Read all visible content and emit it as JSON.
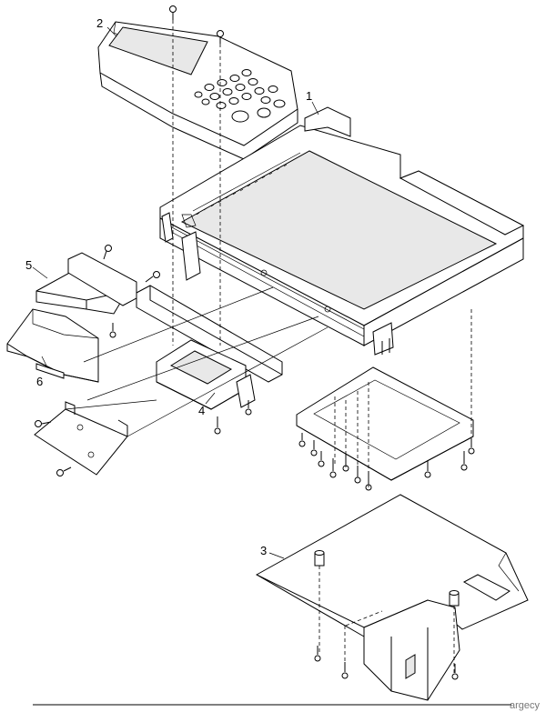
{
  "labels": {
    "l1": "1",
    "l2": "2",
    "l3": "3",
    "l4": "4",
    "l5": "5",
    "l6": "6"
  },
  "watermark": "argecy"
}
